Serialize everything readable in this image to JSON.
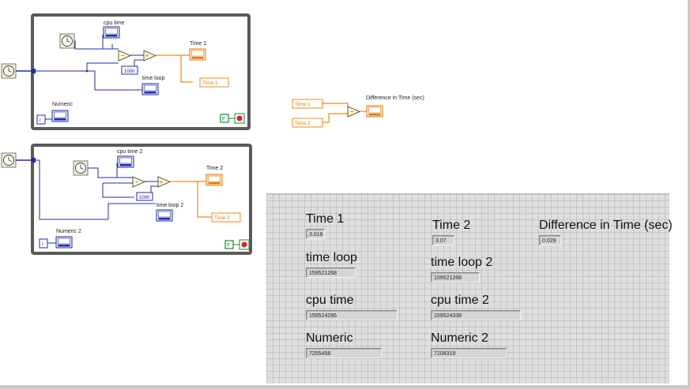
{
  "block_diagram": {
    "loop1": {
      "cpu_time_label": "cpu time",
      "time_label": "Time 1",
      "constant": "1000",
      "time_loop_label": "time loop",
      "local_var": "Time 1",
      "numeric_label": "Numeric",
      "iter_symbol": "i",
      "stop_symbol": "F",
      "numeric_terminal": "I32"
    },
    "loop2": {
      "cpu_time_label": "cpu time 2",
      "time_label": "Time 2",
      "constant": "1000",
      "time_loop_label": "time loop 2",
      "local_var": "Time 2",
      "numeric_label": "Numeric 2",
      "iter_symbol": "i",
      "stop_symbol": "F",
      "numeric_terminal": "I32"
    },
    "difference": {
      "local_var1": "Time 1",
      "local_var2": "Time 2",
      "indicator_label": "Difference in Time (sec)"
    }
  },
  "front_panel": {
    "time1": {
      "label": "Time 1",
      "value": "3.018"
    },
    "time2": {
      "label": "Time 2",
      "value": "3.07"
    },
    "difference": {
      "label": "Difference in Time (sec)",
      "value": "0.029"
    },
    "time_loop": {
      "label": "time loop",
      "value": "159521268"
    },
    "time_loop2": {
      "label": "time loop 2",
      "value": "159521268"
    },
    "cpu_time": {
      "label": "cpu time",
      "value": "159524286"
    },
    "cpu_time2": {
      "label": "cpu time 2",
      "value": "159524338"
    },
    "numeric": {
      "label": "Numeric",
      "value": "7255458"
    },
    "numeric2": {
      "label": "Numeric 2",
      "value": "7208319"
    }
  },
  "colors": {
    "loop_border": "#5a5a5a",
    "int_wire": "#1f2ea8",
    "dbl_wire": "#f08a12",
    "panel_bg": "#dedede"
  }
}
